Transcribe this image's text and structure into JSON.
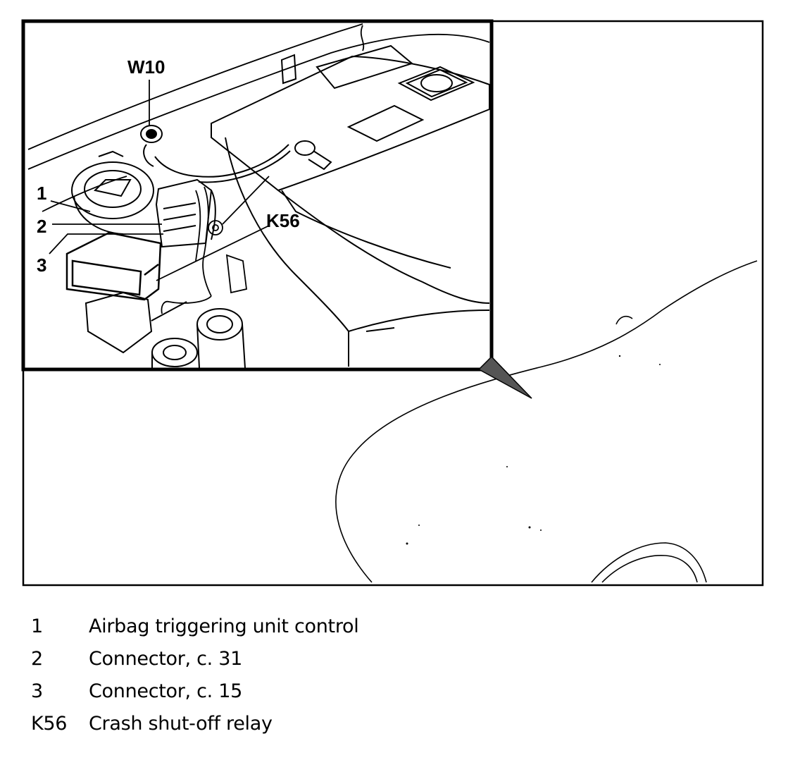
{
  "callouts": {
    "w10": "W10",
    "k56": "K56",
    "c1": "1",
    "c2": "2",
    "c3": "3"
  },
  "legend": [
    {
      "key": "1",
      "text": "Airbag triggering unit control"
    },
    {
      "key": "2",
      "text": "Connector, c. 31"
    },
    {
      "key": "3",
      "text": "Connector, c. 15"
    },
    {
      "key": "K56",
      "text": "Crash shut-off relay"
    }
  ],
  "colors": {
    "ink": "#000000",
    "paper": "#ffffff"
  }
}
